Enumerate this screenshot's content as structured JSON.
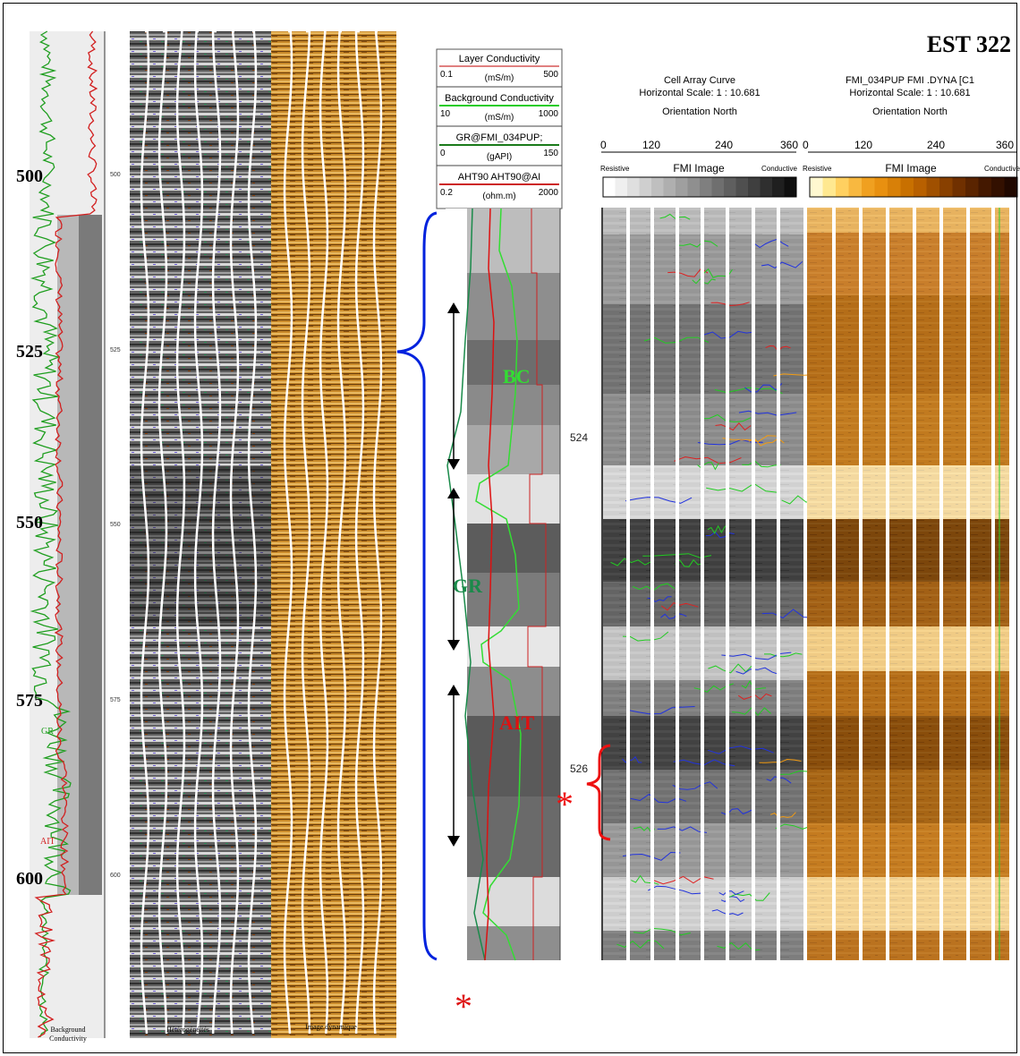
{
  "well_name": "EST 322",
  "left_panel": {
    "depth_labels": [
      "500",
      "525",
      "550",
      "575",
      "600"
    ],
    "small_depth_labels": [
      "500",
      "525",
      "550",
      "575",
      "600"
    ],
    "curve_tag_gr": "GR",
    "curve_tag_ait": "AIT",
    "track_titles": [
      "Background Conductivity",
      "Hétérogénéités",
      "Image dynamique"
    ]
  },
  "middle_panel": {
    "legend": [
      {
        "title": "Layer Conductivity",
        "min": "0.1",
        "unit": "(mS/m)",
        "max": "500",
        "color": "#e08080"
      },
      {
        "title": "Background Conductivity",
        "min": "10",
        "unit": "(mS/m)",
        "max": "1000",
        "color": "#22cc22"
      },
      {
        "title": "GR@FMI_034PUP;",
        "min": "0",
        "unit": "(gAPI)",
        "max": "150",
        "color": "#1a7a1a"
      },
      {
        "title": "AHT90 AHT90@AI",
        "min": "0.2",
        "unit": "(ohm.m)",
        "max": "2000",
        "color": "#cc2222"
      }
    ],
    "labels": {
      "bc": "BC",
      "gr": "GR",
      "ait": "AIT"
    },
    "star": "*",
    "colors": {
      "bc": "#33dd33",
      "gr": "#1a8a4a",
      "ait": "#dd1111",
      "brace": "#0022dd"
    }
  },
  "right_panel": {
    "header_cell": [
      "Cell Array Curve",
      "Horizontal Scale: 1 : 10.681",
      "Orientation North"
    ],
    "header_fmi": [
      "FMI_034PUP FMI .DYNA [C1",
      "Horizontal Scale: 1 : 10.681",
      "Orientation North"
    ],
    "scale_ticks": [
      "0",
      "120",
      "240",
      "360"
    ],
    "colorbar_left": {
      "resistive": "Resistive",
      "label": "FMI  Image",
      "conductive": "Conductive"
    },
    "colorbar_right": {
      "resistive": "Resistive",
      "label": "FMI  Image",
      "conductive": "Conductive"
    },
    "depth_labels": [
      "524",
      "526"
    ],
    "star": "*"
  }
}
